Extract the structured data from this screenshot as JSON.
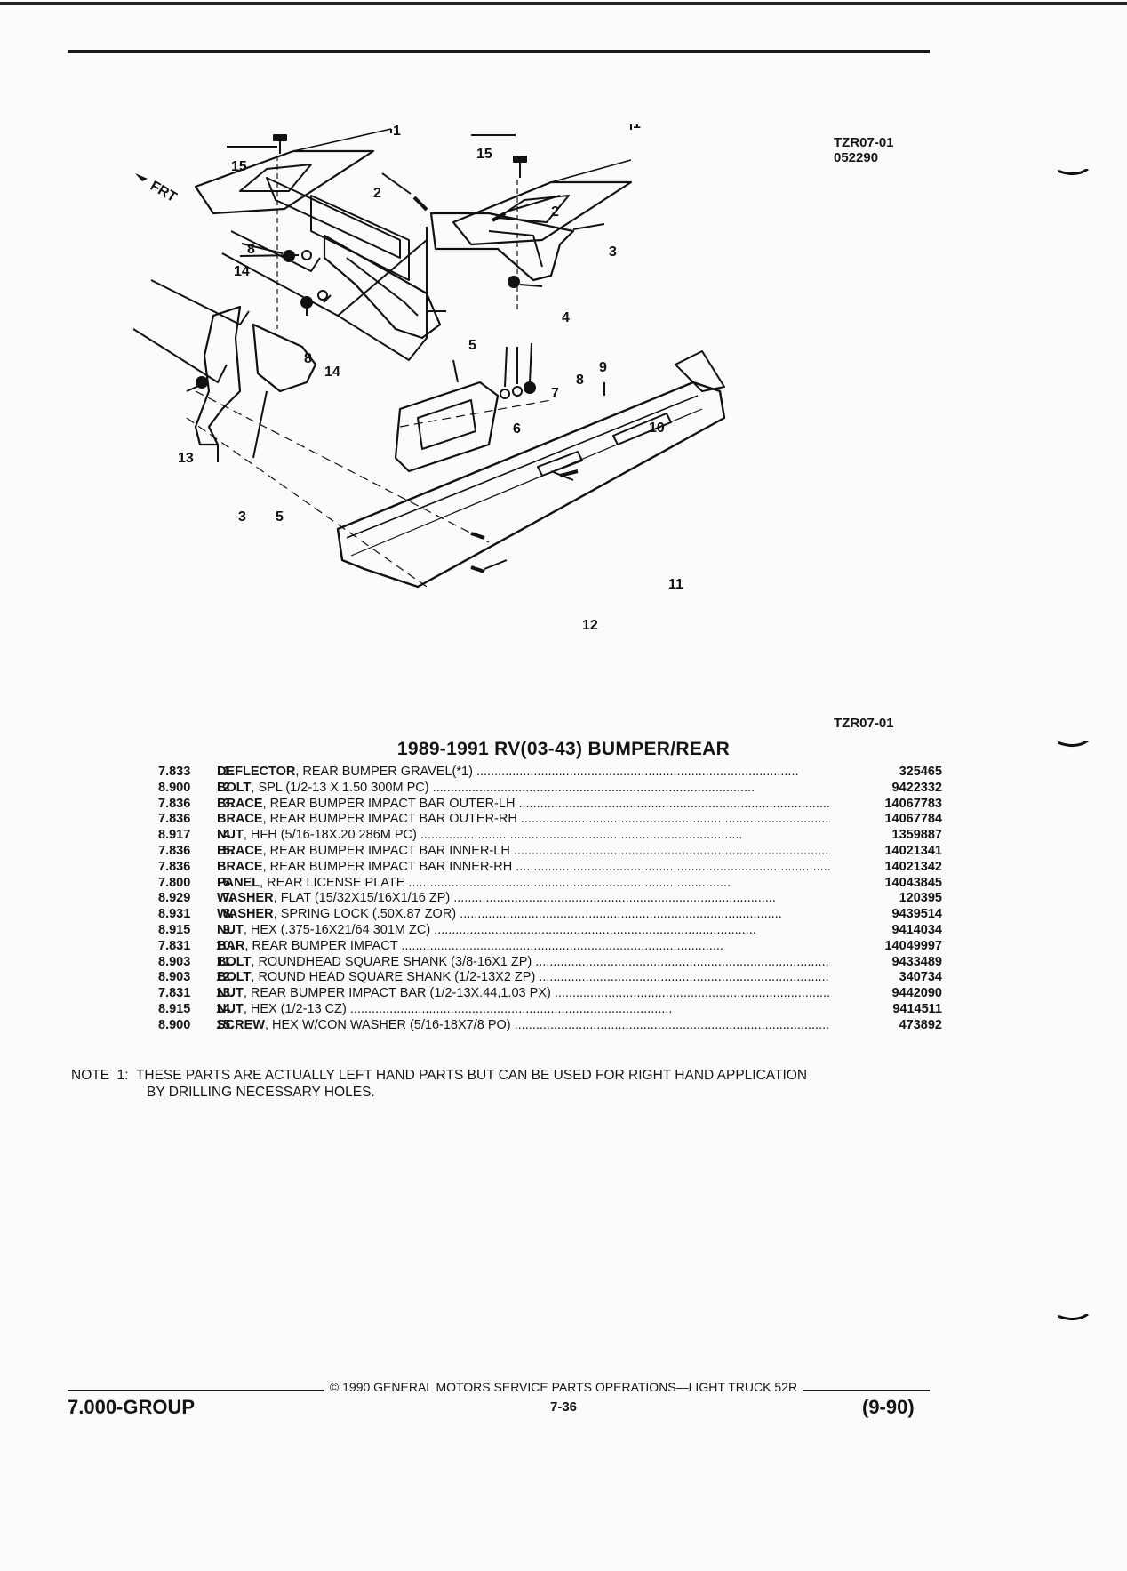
{
  "figure": {
    "id": "TZR07-01",
    "date": "052290",
    "id_bottom": "TZR07-01"
  },
  "diagram": {
    "frt": "FRT",
    "callouts": [
      "1",
      "2",
      "3",
      "4",
      "5",
      "6",
      "7",
      "8",
      "9",
      "10",
      "11",
      "12",
      "13",
      "14",
      "15"
    ]
  },
  "section_title": "1989-1991 RV(03-43) BUMPER/REAR",
  "parts": [
    {
      "num": "1.",
      "code": "7.833",
      "name": "DEFLECTOR",
      "spec": ", REAR BUMPER GRAVEL(*1)",
      "pn": "325465"
    },
    {
      "num": "2.",
      "code": "8.900",
      "name": "BOLT",
      "spec": ", SPL (1/2-13 X 1.50 300M PC)",
      "pn": "9422332"
    },
    {
      "num": "3.",
      "code": "7.836",
      "name": "BRACE",
      "spec": ", REAR BUMPER IMPACT BAR OUTER-LH",
      "pn": "14067783"
    },
    {
      "num": "",
      "code": "7.836",
      "name": "BRACE",
      "spec": ", REAR BUMPER IMPACT BAR OUTER-RH",
      "pn": "14067784"
    },
    {
      "num": "4.",
      "code": "8.917",
      "name": "NUT",
      "spec": ", HFH (5/16-18X.20 286M PC)",
      "pn": "1359887"
    },
    {
      "num": "5.",
      "code": "7.836",
      "name": "BRACE",
      "spec": ", REAR BUMPER IMPACT BAR INNER-LH",
      "pn": "14021341"
    },
    {
      "num": "",
      "code": "7.836",
      "name": "BRACE",
      "spec": ", REAR BUMPER IMPACT BAR INNER-RH",
      "pn": "14021342"
    },
    {
      "num": "6.",
      "code": "7.800",
      "name": "PANEL",
      "spec": ", REAR LICENSE PLATE",
      "pn": "14043845"
    },
    {
      "num": "7.",
      "code": "8.929",
      "name": "WASHER",
      "spec": ", FLAT (15/32X15/16X1/16 ZP)",
      "pn": "120395"
    },
    {
      "num": "8.",
      "code": "8.931",
      "name": "WASHER",
      "spec": ", SPRING LOCK (.50X.87 ZOR)",
      "pn": "9439514"
    },
    {
      "num": "9.",
      "code": "8.915",
      "name": "NUT",
      "spec": ", HEX (.375-16X21/64 301M ZC)",
      "pn": "9414034"
    },
    {
      "num": "10.",
      "code": "7.831",
      "name": "BAR",
      "spec": ", REAR BUMPER IMPACT",
      "pn": "14049997"
    },
    {
      "num": "11.",
      "code": "8.903",
      "name": "BOLT",
      "spec": ", ROUNDHEAD SQUARE SHANK (3/8-16X1 ZP)",
      "pn": "9433489"
    },
    {
      "num": "12.",
      "code": "8.903",
      "name": "BOLT",
      "spec": ", ROUND HEAD SQUARE SHANK (1/2-13X2 ZP)",
      "pn": "340734"
    },
    {
      "num": "13.",
      "code": "7.831",
      "name": "NUT",
      "spec": ", REAR BUMPER IMPACT BAR (1/2-13X.44,1.03 PX)",
      "pn": "9442090"
    },
    {
      "num": "14.",
      "code": "8.915",
      "name": "NUT",
      "spec": ", HEX (1/2-13 CZ)",
      "pn": "9414511"
    },
    {
      "num": "15.",
      "code": "8.900",
      "name": "SCREW",
      "spec": ", HEX W/CON WASHER (5/16-18X7/8 PO)",
      "pn": "473892"
    }
  ],
  "note": {
    "line1": "NOTE  1:  THESE PARTS ARE ACTUALLY LEFT HAND PARTS BUT CAN BE USED FOR RIGHT HAND APPLICATION",
    "line2": "BY DRILLING NECESSARY HOLES."
  },
  "footer": {
    "copyright": "© 1990 GENERAL MOTORS SERVICE PARTS OPERATIONS—LIGHT TRUCK 52R",
    "group": "7.000-GROUP",
    "page": "7-36",
    "revision": "(9-90)"
  }
}
